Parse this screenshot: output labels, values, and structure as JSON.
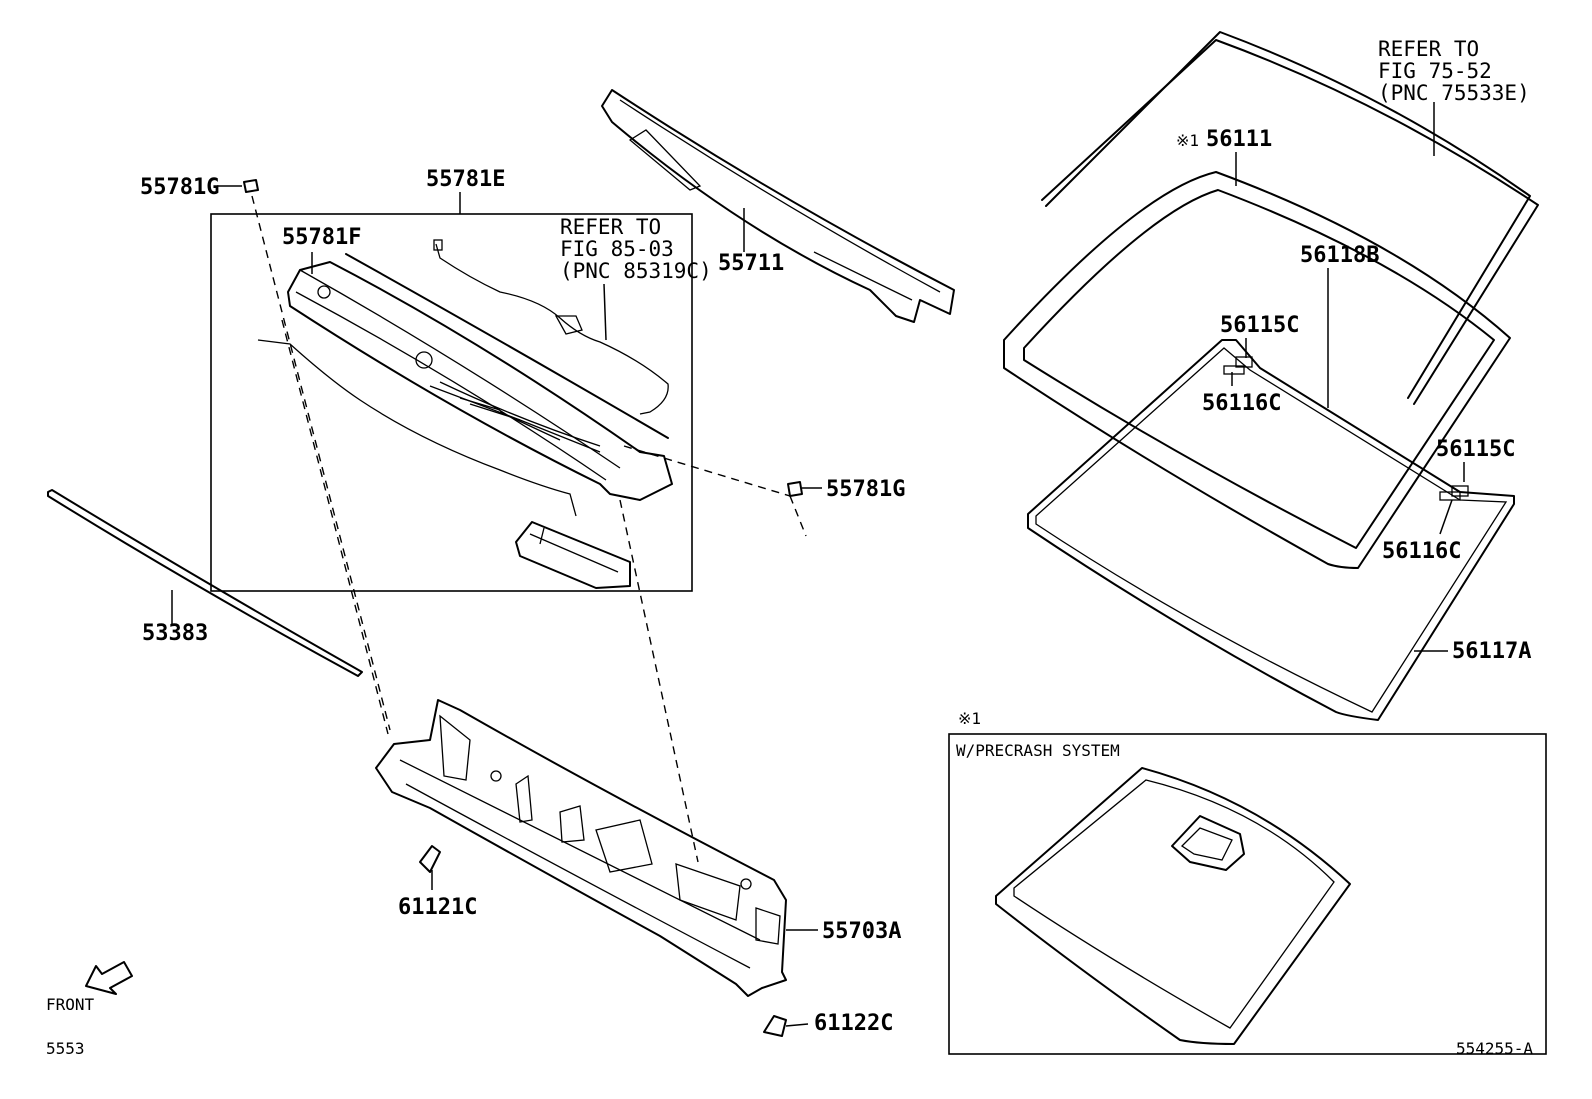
{
  "diagram": {
    "callouts": {
      "p_55781G_top": "55781G",
      "p_55781E": "55781E",
      "p_55781F": "55781F",
      "refer_85_line1": "REFER TO",
      "refer_85_line2": "FIG 85-03",
      "refer_85_line3": "(PNC 85319C)",
      "p_55711": "55711",
      "refer_75_line1": "REFER TO",
      "refer_75_line2": "FIG 75-52",
      "refer_75_line3": "(PNC 75533E)",
      "p_56111_mark": "※1",
      "p_56111": "56111",
      "p_56115C_a": "56115C",
      "p_56118B": "56118B",
      "p_56116C_a": "56116C",
      "p_56115C_b": "56115C",
      "p_56116C_b": "56116C",
      "p_55781G_right": "55781G",
      "p_53383": "53383",
      "p_56117A": "56117A",
      "p_61121C": "61121C",
      "p_55703A": "55703A",
      "p_61122C": "61122C",
      "inset_mark": "※1",
      "inset_title": "W/PRECRASH SYSTEM",
      "front": "FRONT",
      "page_code": "5553",
      "figure_code": "554255-A"
    }
  }
}
